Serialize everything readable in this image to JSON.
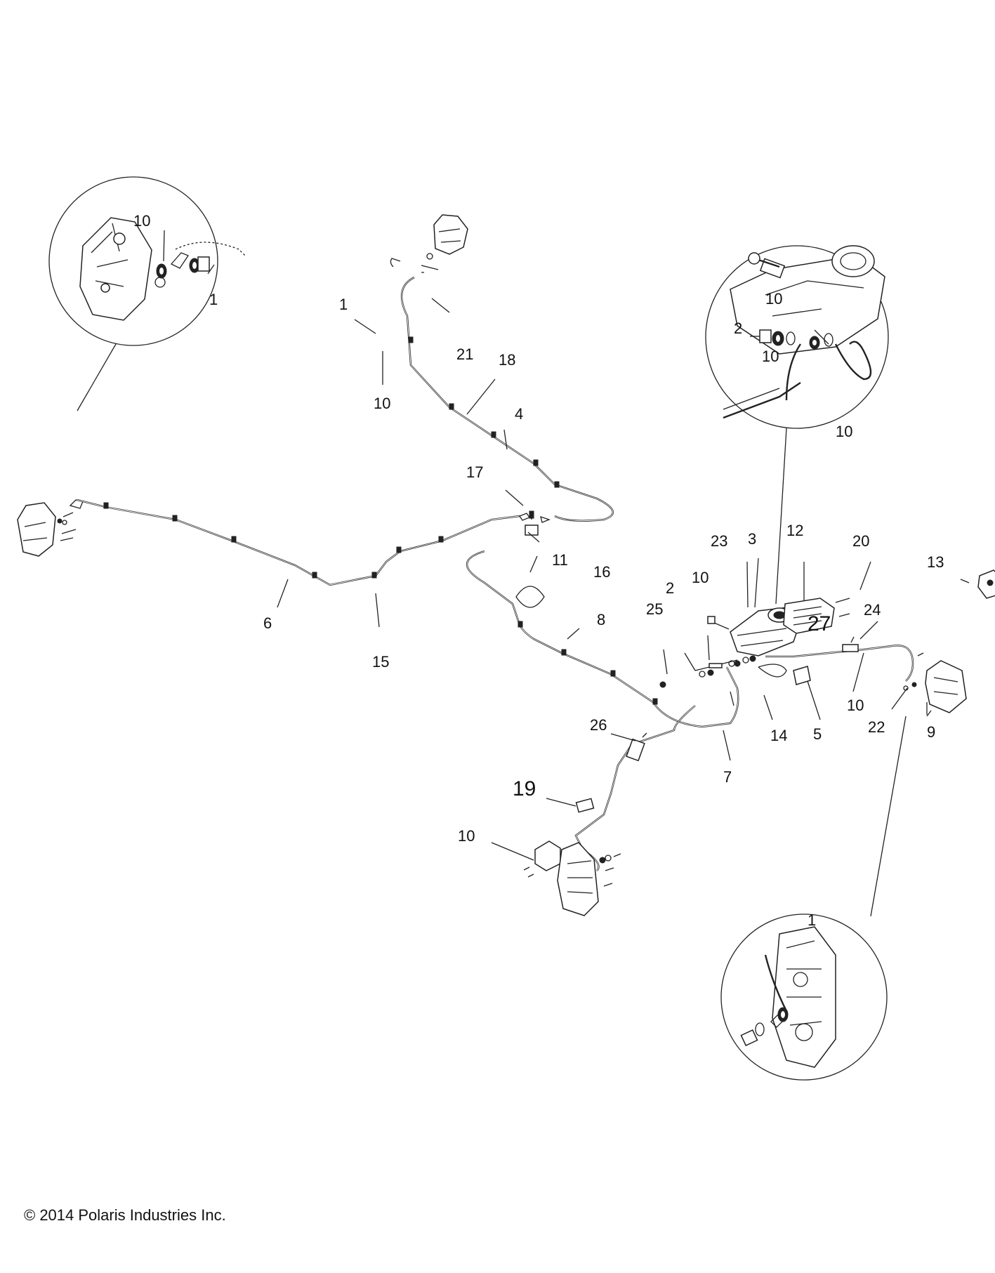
{
  "callouts": [
    {
      "id": "c1",
      "text": "10"
    },
    {
      "id": "c2",
      "text": "1"
    },
    {
      "id": "c3",
      "text": "1"
    },
    {
      "id": "c4",
      "text": "10"
    },
    {
      "id": "c5",
      "text": "21"
    },
    {
      "id": "c6",
      "text": "18"
    },
    {
      "id": "c7",
      "text": "4"
    },
    {
      "id": "c8",
      "text": "17"
    },
    {
      "id": "c9",
      "text": "11"
    },
    {
      "id": "c10",
      "text": "6"
    },
    {
      "id": "c11",
      "text": "15"
    },
    {
      "id": "c12",
      "text": "16"
    },
    {
      "id": "c13",
      "text": "8"
    },
    {
      "id": "c14",
      "text": "25"
    },
    {
      "id": "c15",
      "text": "2"
    },
    {
      "id": "c16",
      "text": "10"
    },
    {
      "id": "c17",
      "text": "23"
    },
    {
      "id": "c18",
      "text": "3"
    },
    {
      "id": "c19",
      "text": "12"
    },
    {
      "id": "c20",
      "text": "20"
    },
    {
      "id": "c21",
      "text": "13"
    },
    {
      "id": "c22",
      "text": "24"
    },
    {
      "id": "c23",
      "text": "27"
    },
    {
      "id": "c24",
      "text": "10"
    },
    {
      "id": "c25",
      "text": "2"
    },
    {
      "id": "c26",
      "text": "10"
    },
    {
      "id": "c27",
      "text": "10"
    },
    {
      "id": "c28",
      "text": "14"
    },
    {
      "id": "c29",
      "text": "5"
    },
    {
      "id": "c30",
      "text": "10"
    },
    {
      "id": "c31",
      "text": "22"
    },
    {
      "id": "c32",
      "text": "9"
    },
    {
      "id": "c33",
      "text": "7"
    },
    {
      "id": "c34",
      "text": "26"
    },
    {
      "id": "c35",
      "text": "19"
    },
    {
      "id": "c36",
      "text": "10"
    },
    {
      "id": "c37",
      "text": "1"
    }
  ],
  "copyright": "© 2014 Polaris Industries Inc."
}
